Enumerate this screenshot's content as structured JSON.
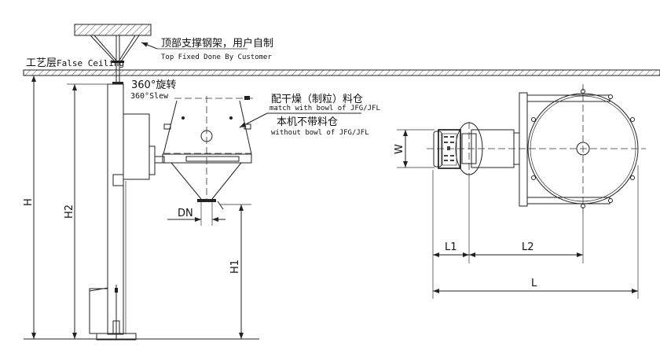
{
  "annotations": {
    "top_support_cn": "顶部支撑钢架，用户自制",
    "top_support_en": "Top Fixed Done By Customer",
    "false_ceiling_cn": "工艺层",
    "false_ceiling_en": "False Ceiling",
    "slew_cn": "360°旋转",
    "slew_en": "360°Slew",
    "bowl_cn": "配干燥（制粒）料仓",
    "bowl_en": "match with bowl of JFG/JFL",
    "no_bowl_cn": "本机不带料仓",
    "no_bowl_en": "without bowl of JFG/JFL"
  },
  "dimensions": {
    "H": "H",
    "H2": "H2",
    "H1": "H1",
    "DN": "DN",
    "W": "W",
    "L1": "L1",
    "L2": "L2",
    "L": "L"
  }
}
